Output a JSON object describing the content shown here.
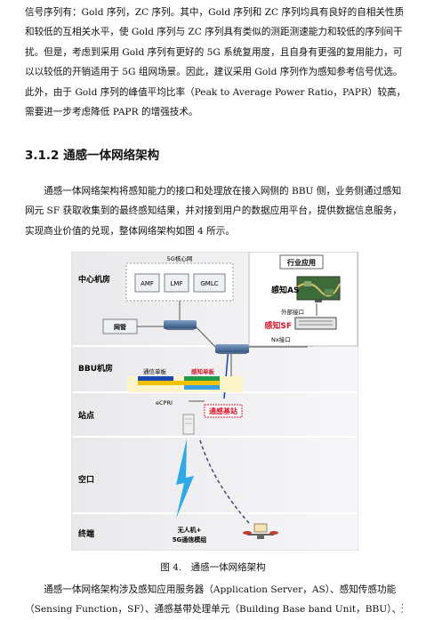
{
  "para1": [
    "信号序列有：Gold 序列，ZC 序列。其中，Gold 序列和 ZC 序列均具有良好的自相关性质",
    "和较低的互相关水平，使 Gold 序列与 ZC 序列具有类似的测距测速能力和较低的序列间干",
    "扰。但是，考虑到采用 Gold 序列有更好的 5G 系统复用度，且自身有更强的复用能力，可",
    "以以较低的开销适用于 5G 组网场景。因此，建议采用 Gold 序列作为感知参考信号优选。",
    "此外，由于 Gold 序列的峰值平均比率（Peak to Average Power Ratio，PAPR）较高，后续",
    "需要进一步考虑降低 PAPR 的增强技术。"
  ],
  "heading": "3.1.2 通感一体网络架构",
  "para2": [
    "　　通感一体网络架构将感知能力的接口和处理放在接入网侧的 BBU 侧，业务侧通过感知",
    "网元 SF 获取收集到的最终感知结果，并对接到用户的数据应用平台，提供数据信息服务，",
    "实现商业价值的兑现，整体网络架构如图 4 所示。"
  ],
  "figure": {
    "rows": [
      "中心机房",
      "BBU机房",
      "站点",
      "空口",
      "终端"
    ],
    "core_title": "5G核心网",
    "core_nfs": [
      "AMF",
      "LMF",
      "GMLC"
    ],
    "nms": "网管",
    "industry_app": "行业应用",
    "as_label": "感知AS",
    "external_if": "外部接口",
    "sf_label": "感知SF",
    "nx_if": "Nx接口",
    "comm_board": "通信单板",
    "sense_board": "感知单板",
    "cpri": "eCPRI",
    "sense_bs": "通感基站",
    "terminal_line1": "无人机+",
    "terminal_line2": "5G通信模组"
  },
  "caption": "图 4.　通感一体网络架构",
  "para3": [
    "　　通感一体网络架构涉及感知应用服务器（Application Server，AS）、感知传感功能",
    "（Sensing Function，SF）、通感基带处理单元（Building Base band Unit，BBU）、通感基站、"
  ]
}
